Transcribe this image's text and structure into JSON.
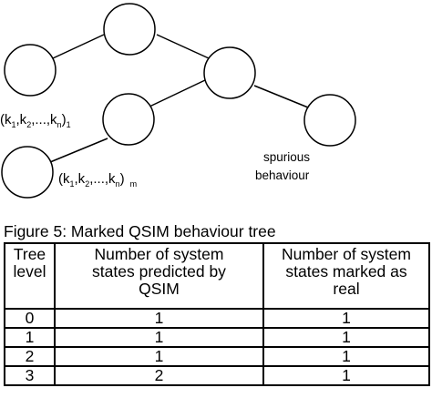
{
  "figure": {
    "node_label_1": {
      "base": "(k",
      "subs": [
        "1",
        "2",
        "n"
      ],
      "seps": [
        ",k",
        ",...,k",
        ")"
      ],
      "tail": "1"
    },
    "node_label_m": {
      "base": "(k",
      "subs": [
        "1",
        "2",
        "n"
      ],
      "seps": [
        ",k",
        ",...,k",
        ")"
      ],
      "tail": "m"
    },
    "spurious_line1": "spurious",
    "spurious_line2": "behaviour"
  },
  "caption": "Figure 5: Marked QSIM behaviour tree",
  "table": {
    "headers": [
      [
        "Tree",
        "level"
      ],
      [
        "Number of system",
        "states predicted by",
        "QSIM"
      ],
      [
        "Number of system",
        "states marked as",
        "real"
      ]
    ],
    "rows": [
      [
        "0",
        "1",
        "1"
      ],
      [
        "1",
        "1",
        "1"
      ],
      [
        "2",
        "1",
        "1"
      ],
      [
        "3",
        "2",
        "1"
      ]
    ]
  }
}
